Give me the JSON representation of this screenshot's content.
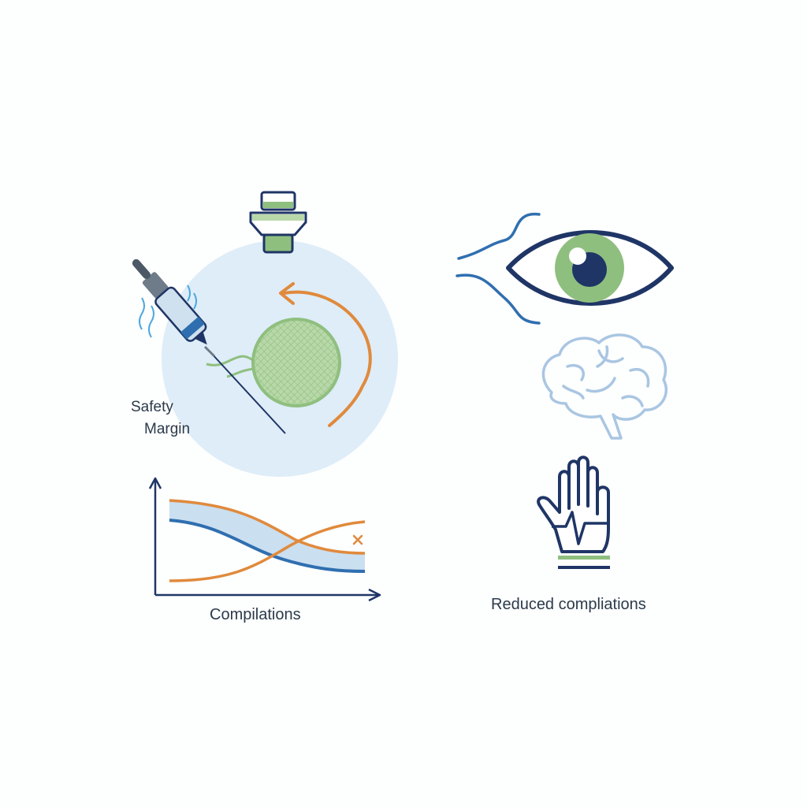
{
  "labels": {
    "safety_line1": "Safety",
    "safety_line2": "Margin",
    "chart_xlabel": "Compilations",
    "outcome": "Reduced compliations"
  },
  "icons": [
    "microscope-objective-icon",
    "needle-probe-icon",
    "mesh-target-icon",
    "rotation-arrow-icon",
    "eye-icon",
    "brain-icon",
    "hand-icon"
  ],
  "colors": {
    "navy": "#1f3566",
    "blue": "#2f6fb0",
    "light_blue": "#d6e8f5",
    "green": "#8fbf7f",
    "orange": "#e08a3c",
    "brain_line": "#a9c6e2"
  }
}
